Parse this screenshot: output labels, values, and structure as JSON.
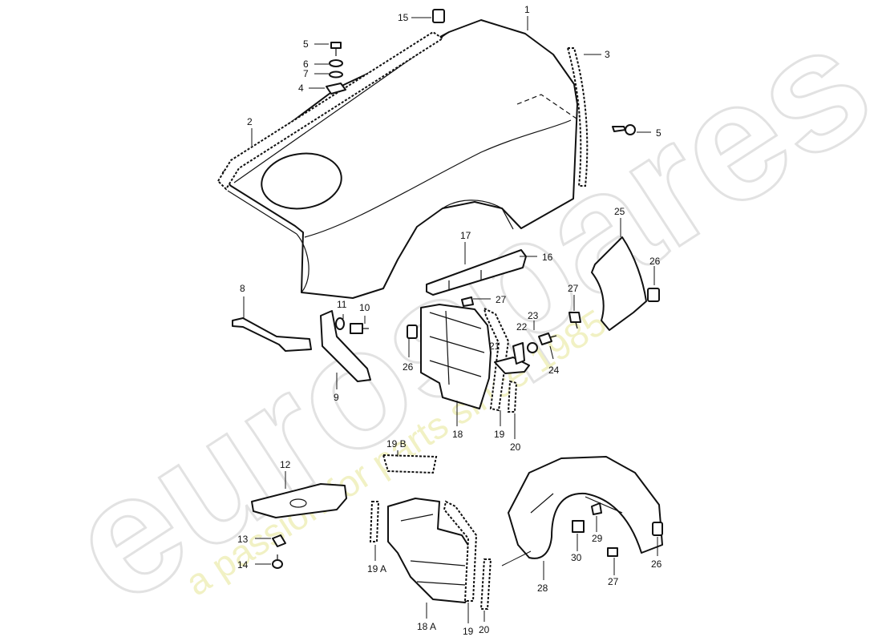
{
  "watermark": {
    "logo_text": "eurospares",
    "tagline": "a passion for parts since 1985"
  },
  "callouts": [
    {
      "id": "c1",
      "label": "1"
    },
    {
      "id": "c2",
      "label": "2"
    },
    {
      "id": "c3",
      "label": "3"
    },
    {
      "id": "c4",
      "label": "4"
    },
    {
      "id": "c5a",
      "label": "5"
    },
    {
      "id": "c5b",
      "label": "5"
    },
    {
      "id": "c6",
      "label": "6"
    },
    {
      "id": "c7",
      "label": "7"
    },
    {
      "id": "c8",
      "label": "8"
    },
    {
      "id": "c9",
      "label": "9"
    },
    {
      "id": "c10",
      "label": "10"
    },
    {
      "id": "c11",
      "label": "11"
    },
    {
      "id": "c12",
      "label": "12"
    },
    {
      "id": "c13",
      "label": "13"
    },
    {
      "id": "c14",
      "label": "14"
    },
    {
      "id": "c15",
      "label": "15"
    },
    {
      "id": "c16",
      "label": "16"
    },
    {
      "id": "c17",
      "label": "17"
    },
    {
      "id": "c18",
      "label": "18"
    },
    {
      "id": "c18a",
      "label": "18 A"
    },
    {
      "id": "c19",
      "label": "19"
    },
    {
      "id": "c19b",
      "label": "19"
    },
    {
      "id": "c19a",
      "label": "19 A"
    },
    {
      "id": "c19bb",
      "label": "19 B"
    },
    {
      "id": "c20",
      "label": "20"
    },
    {
      "id": "c20b",
      "label": "20"
    },
    {
      "id": "c21",
      "label": "21"
    },
    {
      "id": "c22",
      "label": "22"
    },
    {
      "id": "c23",
      "label": "23"
    },
    {
      "id": "c24",
      "label": "24"
    },
    {
      "id": "c25",
      "label": "25"
    },
    {
      "id": "c26a",
      "label": "26"
    },
    {
      "id": "c26b",
      "label": "26"
    },
    {
      "id": "c26c",
      "label": "26"
    },
    {
      "id": "c27a",
      "label": "27"
    },
    {
      "id": "c27b",
      "label": "27"
    },
    {
      "id": "c27c",
      "label": "27"
    },
    {
      "id": "c28",
      "label": "28"
    },
    {
      "id": "c29",
      "label": "29"
    },
    {
      "id": "c30",
      "label": "30"
    }
  ]
}
